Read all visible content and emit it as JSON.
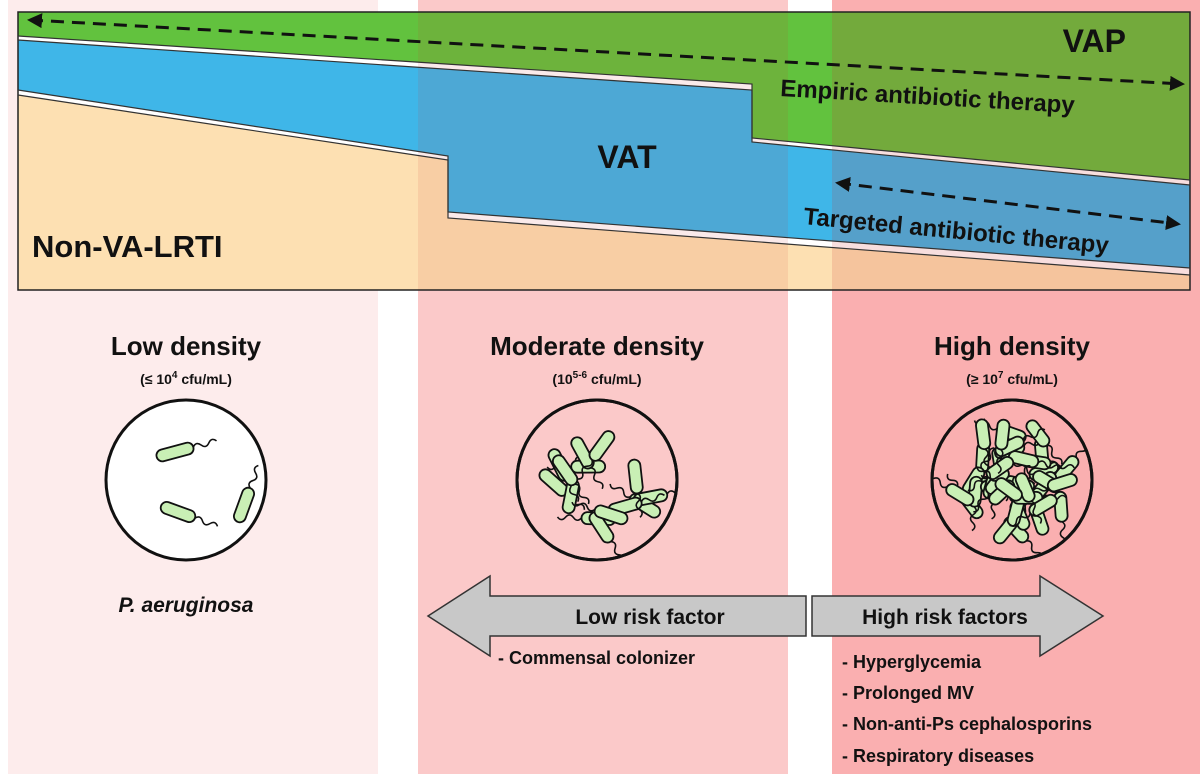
{
  "bands": {
    "vap": "VAP",
    "vat": "VAT",
    "non_va_lrti": "Non-VA-LRTI"
  },
  "therapy": {
    "empiric": "Empiric antibiotic therapy",
    "targeted": "Targeted antibiotic therapy"
  },
  "columns": [
    {
      "title": "Low density",
      "sub_prefix": "(≤ 10",
      "sub_sup": "4",
      "sub_suffix": " cfu/mL)",
      "bacteria_count": 3
    },
    {
      "title": "Moderate density",
      "sub_prefix": "(10",
      "sub_sup": "5-6",
      "sub_suffix": " cfu/mL)",
      "bacteria_count": 14
    },
    {
      "title": "High density",
      "sub_prefix": "(≥ 10",
      "sub_sup": "7",
      "sub_suffix": " cfu/mL)",
      "bacteria_count": 38
    }
  ],
  "organism": "P. aeruginosa",
  "risk": {
    "low_label": "Low risk factor",
    "low_items": [
      "- Commensal colonizer"
    ],
    "high_label": "High risk factors",
    "high_items": [
      "- Hyperglycemia",
      "- Prolonged MV",
      "- Non-anti-Ps cephalosporins",
      "- Respiratory diseases"
    ]
  },
  "colors": {
    "vap_green": "#62c23e",
    "vat_blue": "#3fb6e8",
    "lrti_peach": "#fde0b2",
    "bacterium_fill": "#c9efb5",
    "col_low_bg": "#fdecec",
    "col_mid_bg": "#fbc9c9",
    "col_high_bg": "#faafb0",
    "arrow_gray": "#c8c8c8"
  }
}
